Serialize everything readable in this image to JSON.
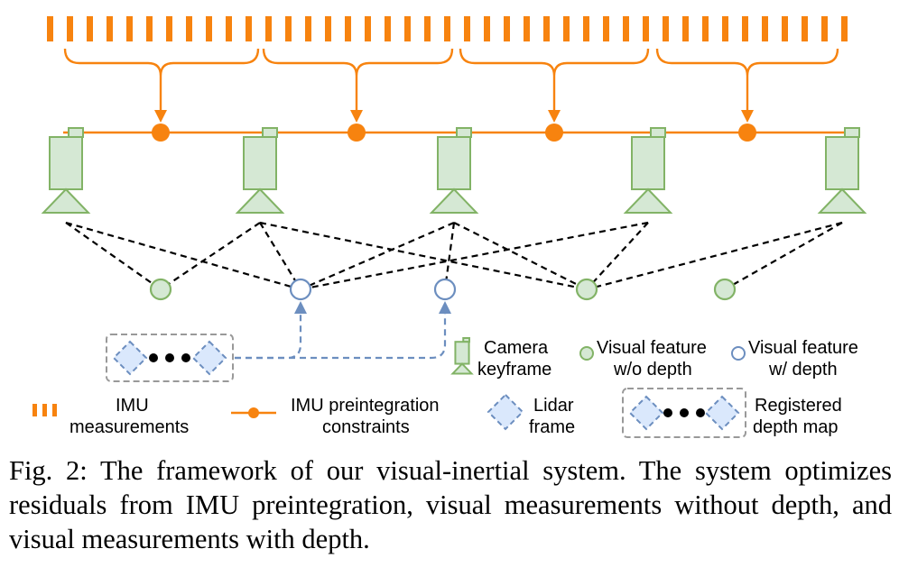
{
  "colors": {
    "imu": "#f7830f",
    "camera_fill": "#d5e8d4",
    "camera_stroke": "#82b366",
    "depth_stroke": "#6c8ebf",
    "depth_fill": "#dae8fc",
    "link": "#000000"
  },
  "legend": {
    "camera_keyframe": [
      "Camera",
      "keyframe"
    ],
    "feature_no_depth": [
      "Visual feature",
      "w/o depth"
    ],
    "feature_with_depth": [
      "Visual feature",
      "w/ depth"
    ],
    "imu_measurements": [
      "IMU",
      "measurements"
    ],
    "imu_preintegration": [
      "IMU preintegration",
      "constraints"
    ],
    "lidar_frame": [
      "Lidar",
      "frame"
    ],
    "registered_depth_map": [
      "Registered",
      "depth map"
    ]
  },
  "caption": "Fig. 2: The framework of our visual-inertial system. The system optimizes residuals from IMU preintegration, visual measurements without depth, and visual measurements with depth.",
  "icons": [
    "imu-tick-icon",
    "camera-keyframe-icon",
    "visual-feature-icon",
    "lidar-frame-icon",
    "ellipsis-dots-icon"
  ]
}
